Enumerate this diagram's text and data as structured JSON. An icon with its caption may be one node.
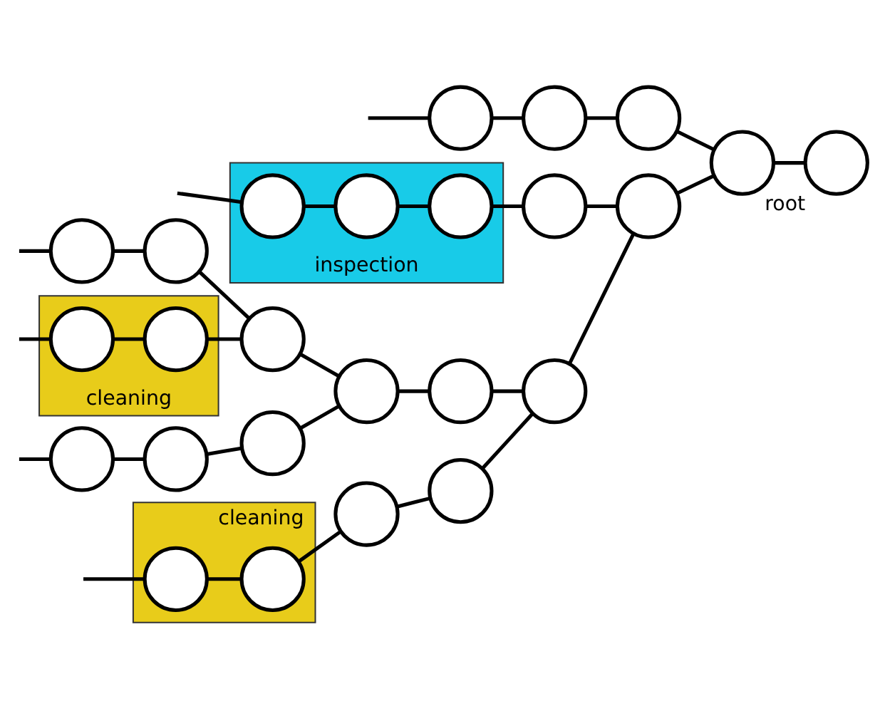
{
  "diagram": {
    "nodes": [
      {
        "text": [
          "cleaning"
        ]
      },
      {
        "text": [],
        "shape": "circle",
        "in": 0
      },
      {
        "text": [],
        "shape": "circle",
        "in": 0
      },
      {
        "text": [],
        "shape": "circle"
      },
      {
        "text": [],
        "shape": "circle"
      },
      {
        "text": [
          "cleaning"
        ]
      },
      {
        "text": [],
        "shape": "circle",
        "in": 5
      },
      {
        "text": [],
        "shape": "circle",
        "in": 5
      },
      {
        "text": [],
        "shape": "circle"
      },
      {
        "text": [],
        "shape": "circle"
      },
      {
        "text": [],
        "shape": "circle"
      },
      {
        "text": [],
        "shape": "circle"
      },
      {
        "text": [],
        "shape": "circle"
      },
      {
        "text": [],
        "shape": "circle"
      },
      {
        "text": [],
        "shape": "circle"
      },
      {
        "text": [],
        "shape": "circle"
      },
      {
        "text": [],
        "shape": "circle"
      },
      {
        "text": [
          "inspection"
        ]
      },
      {
        "text": [],
        "shape": "circle",
        "in": 17
      },
      {
        "text": [],
        "shape": "circle",
        "in": 17
      },
      {
        "text": [],
        "shape": "circle",
        "in": 17
      },
      {
        "text": [],
        "shape": "circle"
      },
      {
        "text": [],
        "shape": "circle"
      },
      {
        "text": [],
        "shape": "circle"
      },
      {
        "text": [],
        "shape": "circle"
      },
      {
        "text": [],
        "shape": "circle"
      },
      {
        "text": [],
        "shape": "circle"
      },
      {
        "text": [],
        "shape": "circle",
        "beside": [
          "root"
        ]
      }
    ],
    "edges": [
      {
        "from": null,
        "to": 3,
        "arrow": "none"
      },
      {
        "from": 3,
        "to": 4,
        "arrow": "none"
      },
      {
        "from": 4,
        "to": 9,
        "arrow": "none"
      },
      {
        "from": null,
        "to": 6,
        "arrow": "none"
      },
      {
        "from": 6,
        "to": 7,
        "arrow": "none"
      },
      {
        "from": 7,
        "to": 9,
        "arrow": "none"
      },
      {
        "from": 9,
        "to": 14,
        "arrow": "none"
      },
      {
        "from": null,
        "to": 1,
        "arrow": "none"
      },
      {
        "from": 1,
        "to": 2,
        "arrow": "none"
      },
      {
        "from": 2,
        "to": 8,
        "arrow": "none"
      },
      {
        "from": 8,
        "to": 10,
        "arrow": "none"
      },
      {
        "from": 10,
        "to": 16,
        "arrow": "none"
      },
      {
        "from": null,
        "to": 11,
        "arrow": "none"
      },
      {
        "from": 11,
        "to": 12,
        "arrow": "none"
      },
      {
        "from": 12,
        "to": 13,
        "arrow": "none"
      },
      {
        "from": 13,
        "to": 14,
        "arrow": "none"
      },
      {
        "from": 14,
        "to": 15,
        "arrow": "none"
      },
      {
        "from": 15,
        "to": 16,
        "arrow": "none"
      },
      {
        "from": 16,
        "to": 22,
        "arrow": "none"
      },
      {
        "from": null,
        "to": 18,
        "arrow": "none"
      },
      {
        "from": 18,
        "to": 19,
        "arrow": "none"
      },
      {
        "from": 19,
        "to": 20,
        "arrow": "none"
      },
      {
        "from": 20,
        "to": 21,
        "arrow": "none"
      },
      {
        "from": 21,
        "to": 22,
        "arrow": "none"
      },
      {
        "from": 22,
        "to": 26,
        "arrow": "none"
      },
      {
        "from": null,
        "to": 23,
        "arrow": "none"
      },
      {
        "from": 23,
        "to": 24,
        "arrow": "none"
      },
      {
        "from": 24,
        "to": 25,
        "arrow": "none"
      },
      {
        "from": 25,
        "to": 26,
        "arrow": "none"
      },
      {
        "from": 26,
        "to": 27,
        "arrow": "none"
      }
    ]
  }
}
